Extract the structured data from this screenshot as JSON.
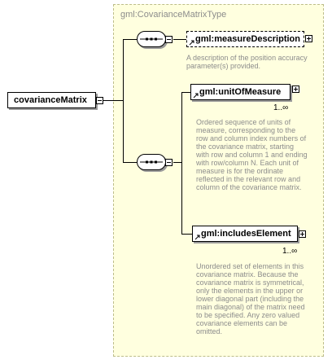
{
  "type_name": "gml:CovarianceMatrixType",
  "root": {
    "label": "covarianceMatrix"
  },
  "elements": {
    "measure_description": {
      "label": "gml:measureDescription",
      "doc": "A description of the position accuracy parameter(s) provided."
    },
    "unit_of_measure": {
      "label": "gml:unitOfMeasure",
      "cardinality": "1..∞",
      "doc": "Ordered sequence of units of measure, corresponding to the row and column index numbers of the covariance matrix, starting with row and column 1 and ending with row/column N. Each unit of measure is for the ordinate reflected in the relevant row and column of the covariance matrix."
    },
    "includes_element": {
      "label": "gml:includesElement",
      "cardinality": "1..∞",
      "doc": "Unordered set of elements in this covariance matrix. Because the covariance matrix is symmetrical, only the elements in the upper or lower diagonal part (including the main diagonal) of the matrix need to be specified. Any zero valued covariance elements can be omitted."
    }
  }
}
